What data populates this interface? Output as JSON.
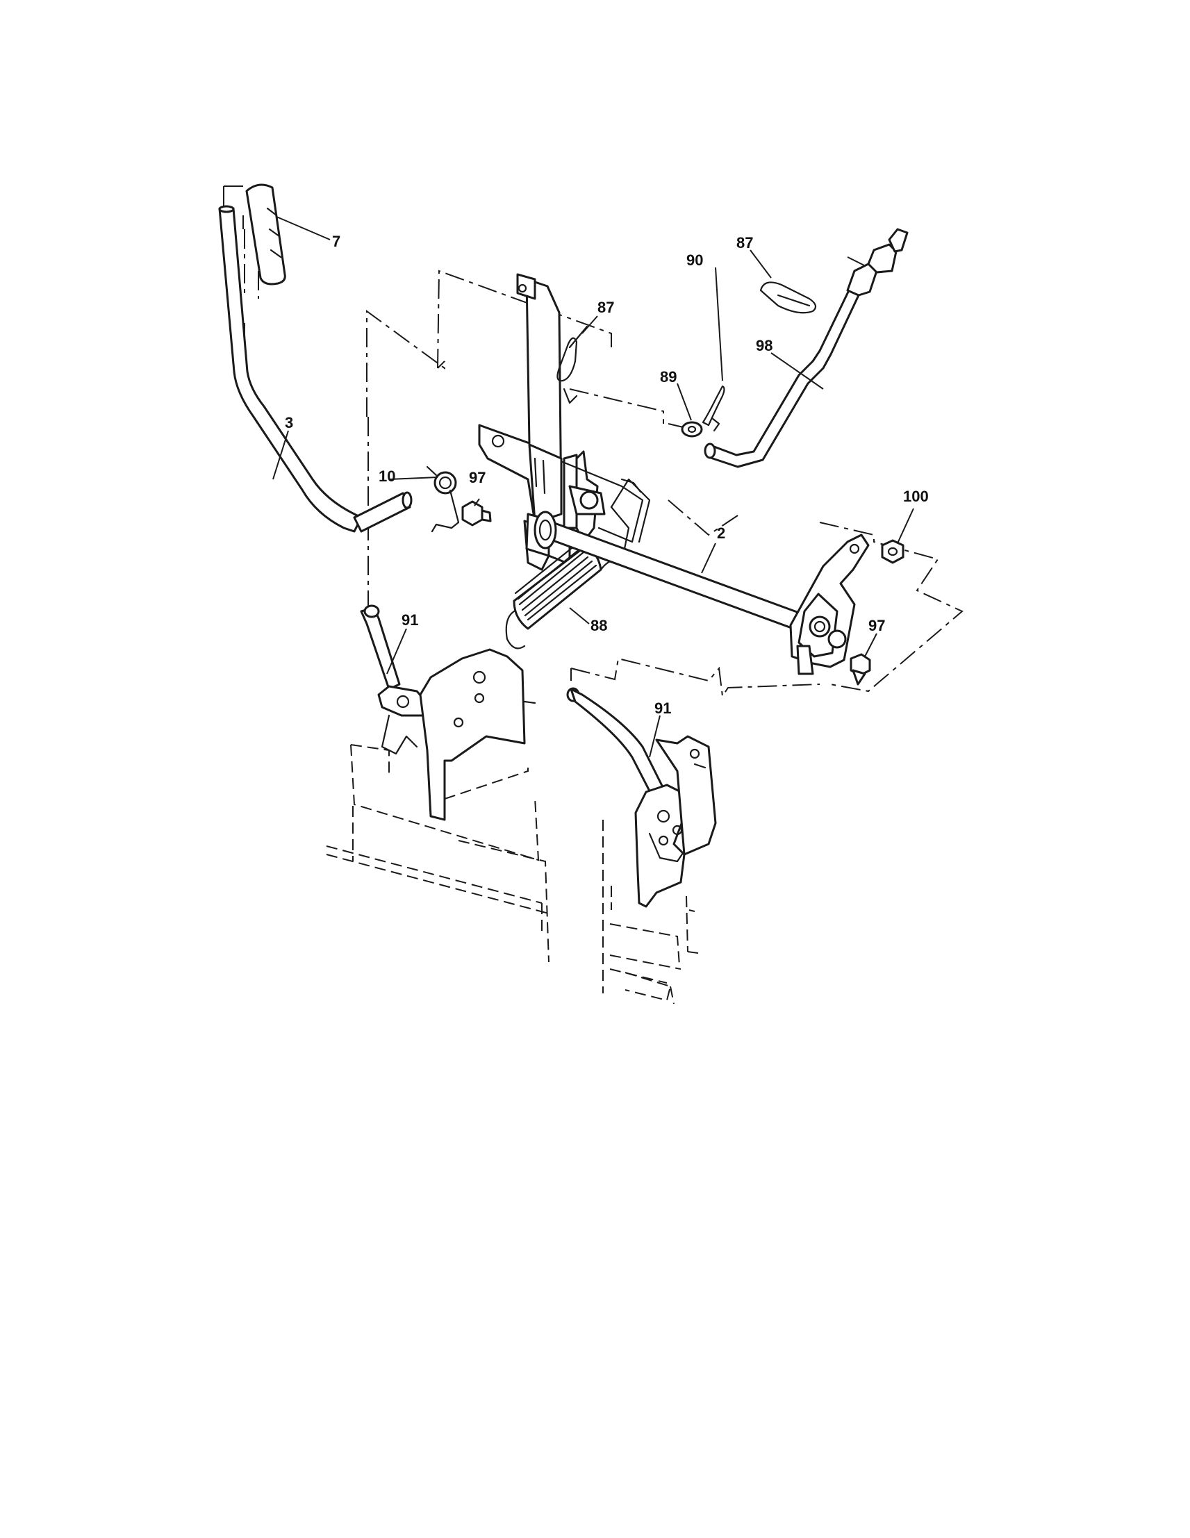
{
  "callouts": [
    {
      "id": "c-7",
      "label": "7"
    },
    {
      "id": "c-87a",
      "label": "87"
    },
    {
      "id": "c-87b",
      "label": "87"
    },
    {
      "id": "c-90",
      "label": "90"
    },
    {
      "id": "c-98",
      "label": "98"
    },
    {
      "id": "c-89",
      "label": "89"
    },
    {
      "id": "c-3",
      "label": "3"
    },
    {
      "id": "c-10",
      "label": "10"
    },
    {
      "id": "c-97a",
      "label": "97"
    },
    {
      "id": "c-100",
      "label": "100"
    },
    {
      "id": "c-2",
      "label": "2"
    },
    {
      "id": "c-91a",
      "label": "91"
    },
    {
      "id": "c-88",
      "label": "88"
    },
    {
      "id": "c-97b",
      "label": "97"
    },
    {
      "id": "c-91b",
      "label": "91"
    }
  ]
}
